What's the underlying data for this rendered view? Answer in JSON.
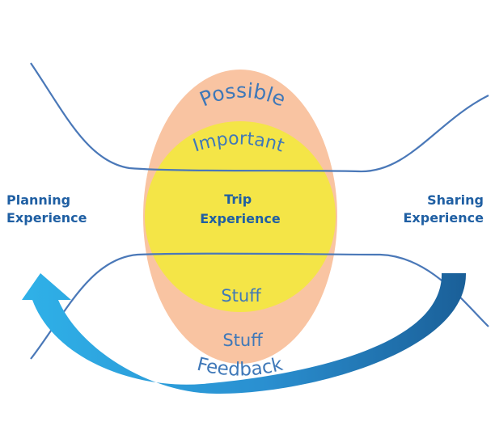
{
  "colors": {
    "curve": "#4a78b8",
    "outer_ellipse": "#f9c4a2",
    "inner_circle": "#f4e547",
    "arrow_light": "#2fb1e8",
    "arrow_dark": "#1a5f98",
    "label": "#1f5fa3"
  },
  "labels": {
    "possible": "Possible",
    "important": "Important",
    "trip_line1": "Trip",
    "trip_line2": "Experience",
    "stuff_inner": "Stuff",
    "stuff_outer": "Stuff",
    "feedback": "Feedback",
    "planning_line1": "Planning",
    "planning_line2": "Experience",
    "sharing_line1": "Sharing",
    "sharing_line2": "Experience"
  }
}
